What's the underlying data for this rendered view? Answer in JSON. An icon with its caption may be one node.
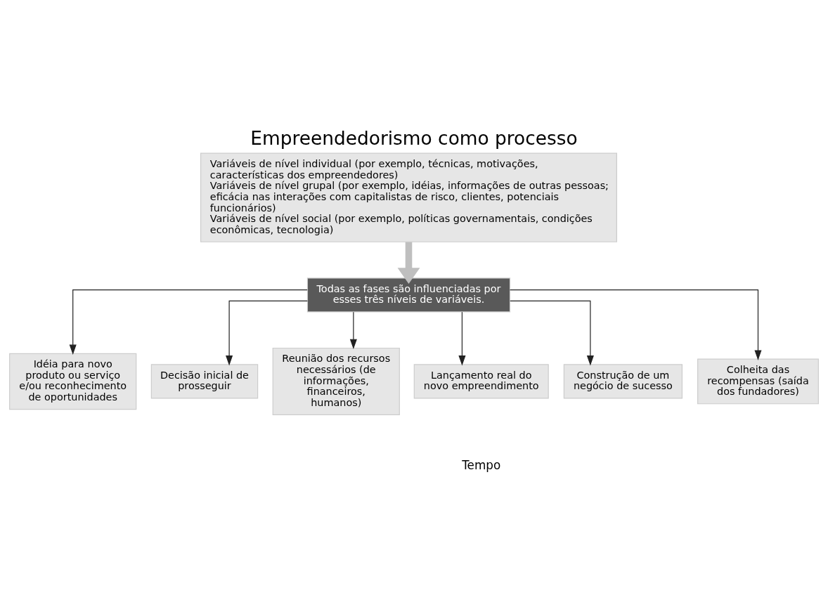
{
  "diagram": {
    "title": "Empreendedorismo como processo",
    "nodes": [
      {
        "text": [
          "Variáveis de nível individual (por exemplo, técnicas, motivações, características dos empreendedores)",
          "Variáveis de nível grupal (por exemplo, idéias, informações de outras pessoas; eficácia nas interações com capitalistas de risco, clientes, potenciais funcionários)",
          "Variáveis de nível social (por exemplo, políticas governamentais, condições econômicas, tecnologia)"
        ]
      },
      {
        "text": [
          "Todas as fases são influenciadas por esses três níveis de variáveis."
        ]
      },
      {
        "text": [
          "Idéia para novo produto ou serviço e/ou reconhecimento de oportunidades"
        ]
      },
      {
        "text": [
          "Decisão inicial de prosseguir"
        ]
      },
      {
        "text": [
          "Reunião dos recursos necessários (de informações, financeiros, humanos)"
        ]
      },
      {
        "text": [
          "Lançamento real do novo empreendimento"
        ]
      },
      {
        "text": [
          "Construção de um negócio de sucesso"
        ]
      },
      {
        "text": [
          "Colheita das recompensas (saída dos fundadores)"
        ]
      }
    ],
    "edges": [
      {
        "from": 0,
        "to": 1,
        "arrow": "to",
        "style": "thick",
        "color": "#bfbfbf"
      },
      {
        "from": 1,
        "to": 2,
        "arrow": "to"
      },
      {
        "from": 1,
        "to": 3,
        "arrow": "to"
      },
      {
        "from": 1,
        "to": 4,
        "arrow": "to"
      },
      {
        "from": 1,
        "to": 5,
        "arrow": "to"
      },
      {
        "from": 1,
        "to": 6,
        "arrow": "to"
      },
      {
        "from": 1,
        "to": 7,
        "arrow": "to"
      }
    ],
    "labels": [
      "Tempo"
    ]
  }
}
